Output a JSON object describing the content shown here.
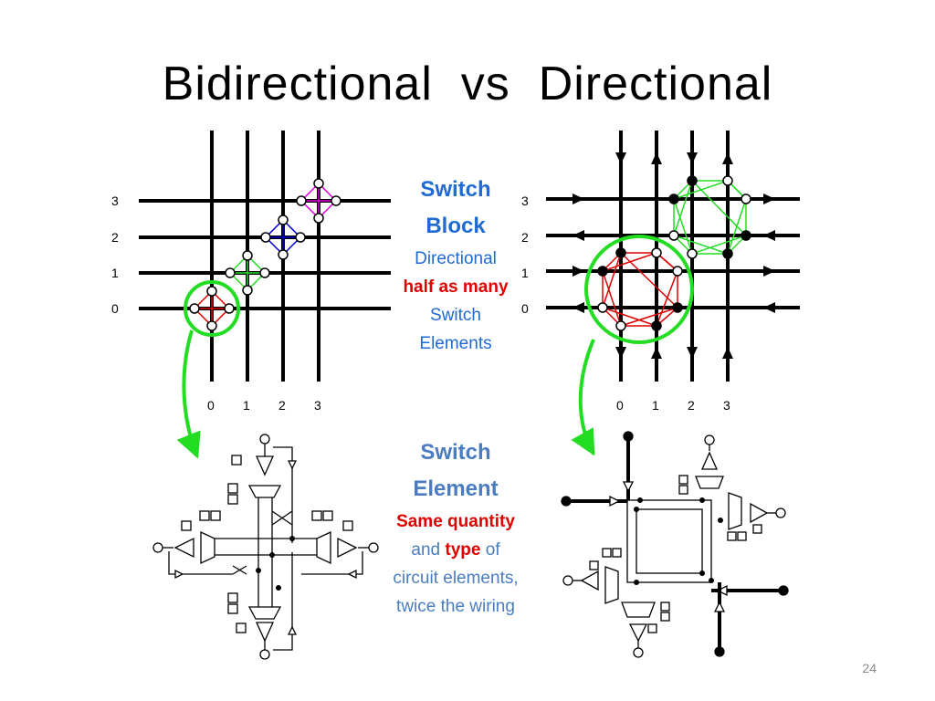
{
  "slide": {
    "title": "Bidirectional  vs  Directional",
    "page_number": "24"
  },
  "left_grid": {
    "row_labels": [
      "3",
      "2",
      "1",
      "0"
    ],
    "col_labels": [
      "0",
      "1",
      "2",
      "3"
    ],
    "switch_colors": [
      "#e00000",
      "#22dd22",
      "#0000cc",
      "#dd00dd"
    ]
  },
  "right_grid": {
    "row_labels": [
      "3",
      "2",
      "1",
      "0"
    ],
    "col_labels": [
      "0",
      "1",
      "2",
      "3"
    ],
    "switch_colors": [
      "#e00000",
      "#22dd22"
    ]
  },
  "switch_block_caption": {
    "heading_line1": "Switch",
    "heading_line2": "Block",
    "line1": "Directional",
    "line2": "half as many",
    "line3": "Switch",
    "line4": "Elements"
  },
  "switch_element_caption": {
    "heading_line1": "Switch",
    "heading_line2": "Element",
    "line1": "Same quantity",
    "line2_a": "and ",
    "line2_b": "type",
    "line2_c": " of",
    "line3": "circuit elements,",
    "line4": "twice the wiring"
  },
  "colors": {
    "highlight_circle": "#22dd22",
    "heading_blue": "#1f6ad3",
    "emphasis_red": "#e00000"
  }
}
